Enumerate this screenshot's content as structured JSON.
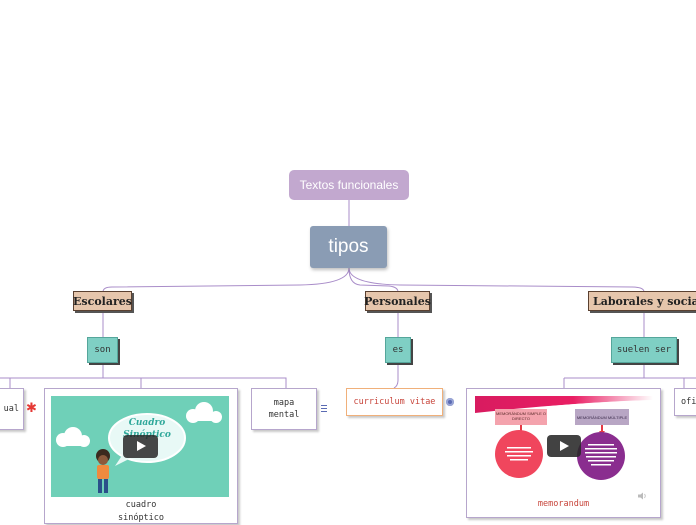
{
  "nodes": {
    "title": "Textos funcionales",
    "main": "tipos",
    "categories": {
      "escolares": "Escolares",
      "personales": "Personales",
      "laborales": "Laborales y sociales"
    },
    "connectors": {
      "son": "son",
      "es": "es",
      "suelen_ser": "suelen ser"
    },
    "leaves": {
      "left_partial": "ual",
      "mapa_mental_line1": "mapa",
      "mapa_mental_line2": "mental",
      "curriculum": "curriculum vitae",
      "right_partial": "ofi"
    },
    "media": {
      "cuadro": {
        "label_line1": "cuadro",
        "label_line2": "sinóptico",
        "thumb_line1": "Cuadro",
        "thumb_line2": "Sinóptico"
      },
      "memo": {
        "label": "memorandum",
        "tag_left": "MEMORÁNDUM SIMPLE O DIRECTO",
        "tag_right": "MEMORÁNDUM MÚLTIPLE"
      }
    }
  },
  "colors": {
    "connector_line": "#a98dc9",
    "title_node": "#c2a8cf",
    "main_node": "#8a9cb4",
    "category_node": "#e6c6ac",
    "connector_node": "#7fcfc4",
    "video_background": "#6fd0b8",
    "memo_pink": "#f0465d",
    "memo_purple": "#8a2d8f"
  },
  "icons": [
    "asterisk-icon",
    "list-icon",
    "record-icon",
    "play-icon",
    "speaker-icon",
    "cloud-icon"
  ]
}
